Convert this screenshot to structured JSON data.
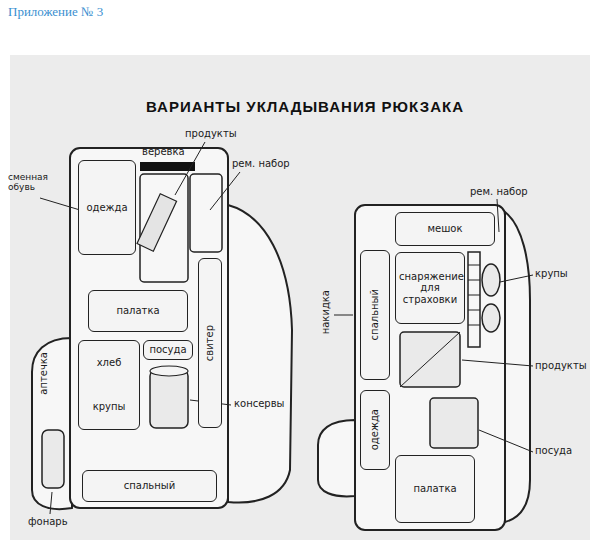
{
  "diagram": {
    "title": "ВАРИАНТЫ УКЛАДЫВАНИЯ РЮКЗАКА",
    "nodes": [
      {
        "text": [
          "одежда"
        ]
      },
      {
        "text": [
          "палатка"
        ]
      },
      {
        "text": [
          "хлеб",
          "крупы"
        ]
      },
      {
        "text": [
          "посуда"
        ]
      },
      {
        "text": [
          "спальный"
        ]
      },
      {
        "text": [
          "свитер"
        ]
      },
      {
        "text": [
          "мешок"
        ]
      },
      {
        "text": [
          "спальный"
        ]
      },
      {
        "text": [
          "снаряжение для страховки"
        ]
      },
      {
        "text": [
          "одежда"
        ]
      },
      {
        "text": [
          "палатка"
        ]
      }
    ],
    "labels": [
      "Приложение № 3",
      "сменная обувь",
      "веревка",
      "продукты",
      "рем. набор",
      "консервы",
      "аптечка",
      "фонарь",
      "рем. набор",
      "крупы",
      "продукты",
      "посуда",
      "накидка"
    ]
  }
}
